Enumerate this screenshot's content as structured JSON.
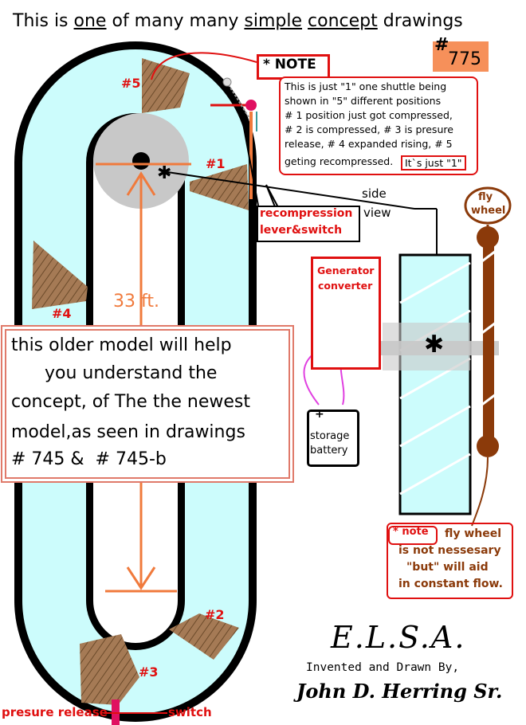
{
  "title": {
    "part1": "This is ",
    "one": "one",
    "part2": " of many many ",
    "simple": "simple",
    "space": " ",
    "concept": "concept",
    "part3": " drawings"
  },
  "drawing_number": {
    "hash": "#",
    "value": "775"
  },
  "note": {
    "label": "* NOTE",
    "lines": [
      "This is just \"1\" one shuttle being",
      "shown in \"5\" different positions",
      "# 1 position just got compressed,",
      "# 2 is compressed, # 3 is presure",
      "release, # 4 expanded rising, # 5",
      "geting recompressed."
    ],
    "emphasis": "It`s just \"1\""
  },
  "recompression": {
    "line1": "recompression",
    "line2": "lever&switch"
  },
  "side_view": {
    "line1": "side",
    "line2": "view"
  },
  "flywheel": {
    "line1": "fly",
    "line2": "wheel"
  },
  "generator": {
    "line1": "Generator",
    "line2": "converter"
  },
  "battery": {
    "plus": "+",
    "minus": "−",
    "line1": "storage",
    "line2": "battery"
  },
  "older_model": {
    "lines": [
      "this older model will help",
      "you understand the",
      "concept, of The the newest",
      "model,as seen in drawings",
      "# 745 &  # 745-b"
    ]
  },
  "dimension": "33 ft.",
  "positions": {
    "p1": "#1",
    "p2": "#2",
    "p3": "#3",
    "p4": "#4",
    "p5": "#5"
  },
  "bottom_labels": {
    "release": "presure release",
    "switch": "switch"
  },
  "flywheel_note": {
    "header": "* note",
    "line1": "fly wheel",
    "line2": "is not nessesary",
    "line3": "\"but\" will aid",
    "line4": "in constant flow."
  },
  "signature": {
    "elsa": "E.L.S.A.",
    "invented": "Invented and Drawn By,",
    "author": "John D. Herring Sr."
  },
  "colors": {
    "water": "#ccfcfc",
    "hub": "#c8c8c8",
    "shuttle": "#a57a55",
    "accent_red": "#e01010",
    "orange": "#f07a3c",
    "flywheel_brown": "#8b3a0a",
    "badge": "#f6905a"
  }
}
